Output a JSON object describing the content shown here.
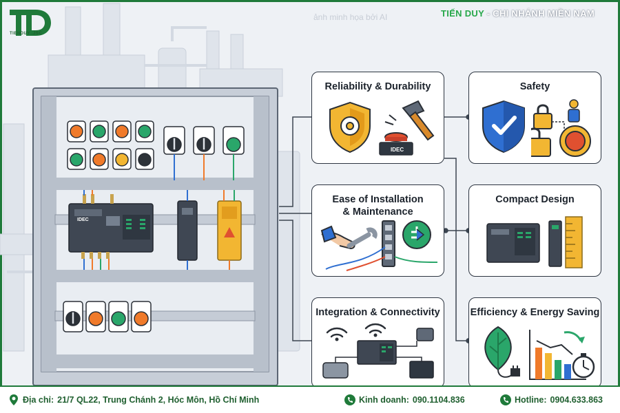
{
  "header": {
    "logo_alt": "TIENDUY .JSC",
    "watermark": "ảnh minh họa bởi AI",
    "brand": "TIẾN DUY",
    "branch_rest": " - CHI NHÁNH MIỀN NAM"
  },
  "cards": [
    {
      "id": "reliability",
      "title": "Reliability & Durability"
    },
    {
      "id": "safety",
      "title": "Safety"
    },
    {
      "id": "installation",
      "title_line1": "Ease of Installation",
      "title_line2": "& Maintenance"
    },
    {
      "id": "compact",
      "title": "Compact Design"
    },
    {
      "id": "integration",
      "title": "Integration & Connectivity"
    },
    {
      "id": "efficiency",
      "title": "Efficiency & Energy Saving"
    }
  ],
  "brand_marks": {
    "idec": "IDEC"
  },
  "footer": {
    "address_label": "Địa chỉ:",
    "address_value": "21/7 QL22, Trung Chánh 2, Hóc Môn, Hồ Chí Minh",
    "sales_label": "Kinh doanh:",
    "sales_value": "090.1104.836",
    "hotline_label": "Hotline:",
    "hotline_value": "0904.633.863"
  },
  "colors": {
    "green": "#1f7a3a",
    "brand_green": "#27a84a",
    "accent_orange": "#f07a2a",
    "accent_yellow": "#f2b632",
    "accent_blue": "#2f6fd1"
  }
}
